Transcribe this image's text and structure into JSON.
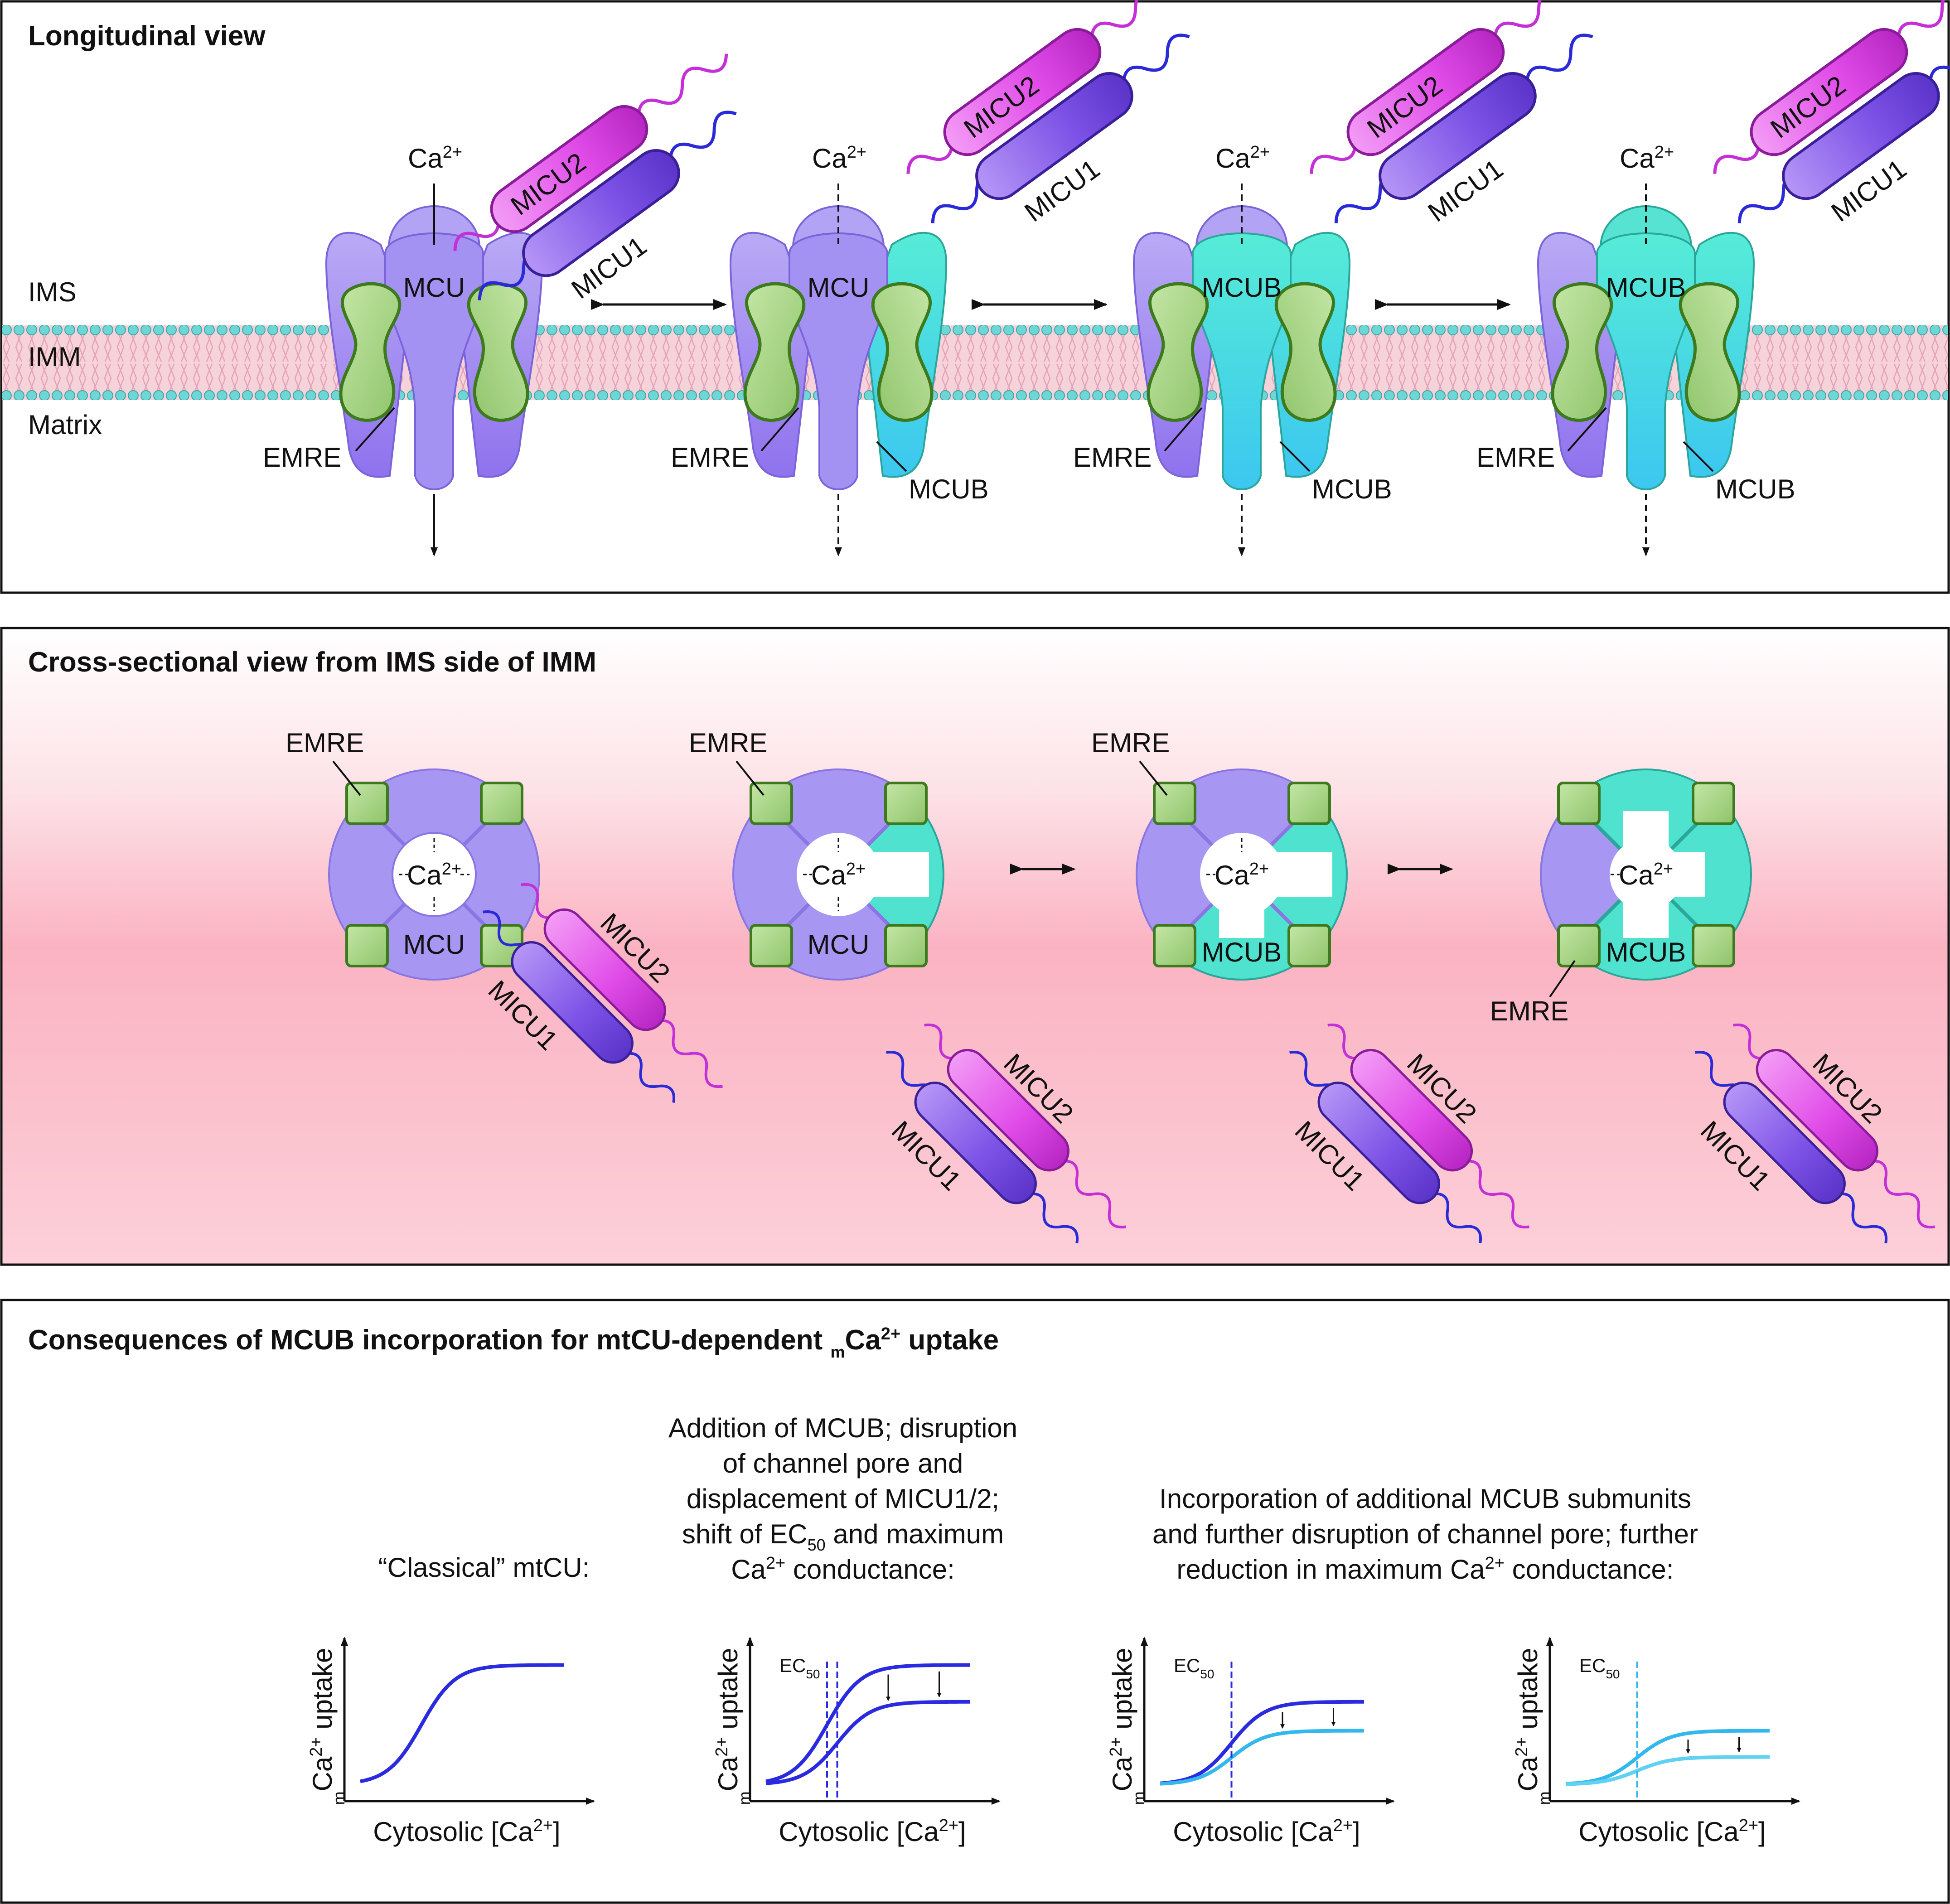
{
  "panels": {
    "longitudinal": {
      "title": "Longitudinal view",
      "membrane_labels": {
        "ims": "IMS",
        "imm": "IMM",
        "matrix": "Matrix"
      },
      "complexes": [
        {
          "ion": "Ca",
          "ion_sup": "2+",
          "pore": "MCU",
          "emre": "EMRE",
          "mcub": "",
          "micu1": "MICU1",
          "micu2": "MICU2"
        },
        {
          "ion": "Ca",
          "ion_sup": "2+",
          "pore": "MCU",
          "emre": "EMRE",
          "mcub": "MCUB",
          "micu1": "MICU1",
          "micu2": "MICU2"
        },
        {
          "ion": "Ca",
          "ion_sup": "2+",
          "pore": "MCUB",
          "emre": "EMRE",
          "mcub": "MCUB",
          "micu1": "MICU1",
          "micu2": "MICU2"
        },
        {
          "ion": "Ca",
          "ion_sup": "2+",
          "pore": "MCUB",
          "emre": "EMRE",
          "mcub": "MCUB",
          "micu1": "MICU1",
          "micu2": "MICU2"
        }
      ]
    },
    "cross": {
      "title": "Cross-sectional view from IMS side of IMM",
      "complexes": [
        {
          "emre": "EMRE",
          "ion": "Ca",
          "ion_sup": "2+",
          "pore": "MCU",
          "micu1": "MICU1",
          "micu2": "MICU2"
        },
        {
          "emre": "EMRE",
          "ion": "Ca",
          "ion_sup": "2+",
          "pore": "MCU",
          "micu1": "MICU1",
          "micu2": "MICU2"
        },
        {
          "emre": "EMRE",
          "ion": "Ca",
          "ion_sup": "2+",
          "pore": "MCUB",
          "micu1": "MICU1",
          "micu2": "MICU2"
        },
        {
          "emre": "EMRE",
          "ion": "Ca",
          "ion_sup": "2+",
          "pore": "MCUB",
          "micu1": "MICU1",
          "micu2": "MICU2"
        }
      ]
    },
    "consequences": {
      "title_pre": "Consequences of MCUB incorporation for mtCU-dependent ",
      "title_sub": "m",
      "title_ion": "Ca",
      "title_sup": "2+",
      "title_post": " uptake",
      "captions": {
        "c1": [
          "“Classical” mtCU:"
        ],
        "c2_l1": "Addition of MCUB; disruption",
        "c2_l2": "of channel pore and",
        "c2_l3": "displacement of MICU1/2;",
        "c2_l4_pre": "shift of EC",
        "c2_l4_sub": "50",
        "c2_l4_post": " and maximum",
        "c2_l5_ion": "Ca",
        "c2_l5_sup": "2+",
        "c2_l5_post": " conductance:",
        "c3_l1": "Incorporation of additional MCUB submunits",
        "c3_l2": "and further disruption of channel pore; further",
        "c3_l3_pre": "reduction in maximum Ca",
        "c3_l3_sup": "2+",
        "c3_l3_post": " conductance:"
      },
      "axis": {
        "y_sub": "m",
        "y_ion": "Ca",
        "y_sup": "2+",
        "y_post": " uptake",
        "x_pre": "Cytosolic [Ca",
        "x_sup": "2+",
        "x_post": "]"
      },
      "ec50": {
        "pre": "EC",
        "sub": "50"
      }
    }
  },
  "colors": {
    "mcu": "#9a86ef",
    "mcub": "#3fe0d0",
    "emre": "#9ccf78",
    "micu1": "#7d52e6",
    "micu2": "#e04be8",
    "membrane_head": "#5dcfcf",
    "membrane_tail": "#f2b8c5",
    "curve_dark": "#2a2ae0",
    "curve_mid": "#2c6fe6",
    "curve_light": "#33b8ee",
    "curve_lighter": "#5fd2f2",
    "cross_bg": "#fbb3c2"
  },
  "chart_data": [
    {
      "type": "line",
      "title": "“Classical” mtCU:",
      "xlabel": "Cytosolic [Ca2+]",
      "ylabel": "mCa2+ uptake",
      "series": [
        {
          "ec50": 0.3,
          "max": 0.95
        }
      ]
    },
    {
      "type": "line",
      "title": "Addition of MCUB; disruption of channel pore and displacement of MICU1/2; shift of EC50 and maximum Ca2+ conductance:",
      "xlabel": "Cytosolic [Ca2+]",
      "ylabel": "mCa2+ uptake",
      "annotation": "EC50",
      "series": [
        {
          "ec50": 0.3,
          "max": 0.95
        },
        {
          "ec50": 0.35,
          "max": 0.67
        }
      ]
    },
    {
      "type": "line",
      "title": "Incorporation of additional MCUB submunits and further disruption of channel pore; further reduction in maximum Ca2+ conductance:",
      "xlabel": "Cytosolic [Ca2+]",
      "ylabel": "mCa2+ uptake",
      "annotation": "EC50",
      "series": [
        {
          "ec50": 0.35,
          "max": 0.67
        },
        {
          "ec50": 0.35,
          "max": 0.45
        }
      ]
    },
    {
      "type": "line",
      "xlabel": "Cytosolic [Ca2+]",
      "ylabel": "mCa2+ uptake",
      "annotation": "EC50",
      "series": [
        {
          "ec50": 0.35,
          "max": 0.45
        },
        {
          "ec50": 0.35,
          "max": 0.25
        }
      ]
    }
  ]
}
